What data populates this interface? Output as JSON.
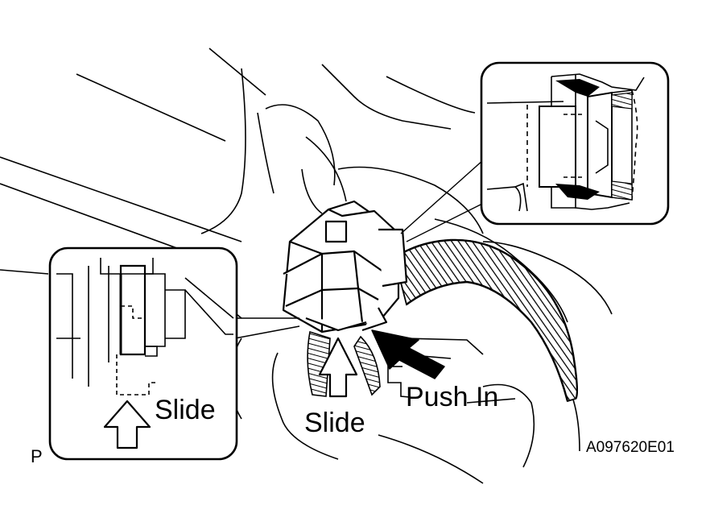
{
  "labels": {
    "slide_inset": "Slide",
    "slide_main": "Slide",
    "push_in": "Push In",
    "view_code": "P",
    "figure_id": "A097620E01"
  },
  "colors": {
    "ink": "#000000",
    "paper": "#ffffff"
  },
  "icons": {
    "slide_arrow": "hollow-arrow-up-icon",
    "push_arrow": "solid-arrow-left-icon"
  }
}
